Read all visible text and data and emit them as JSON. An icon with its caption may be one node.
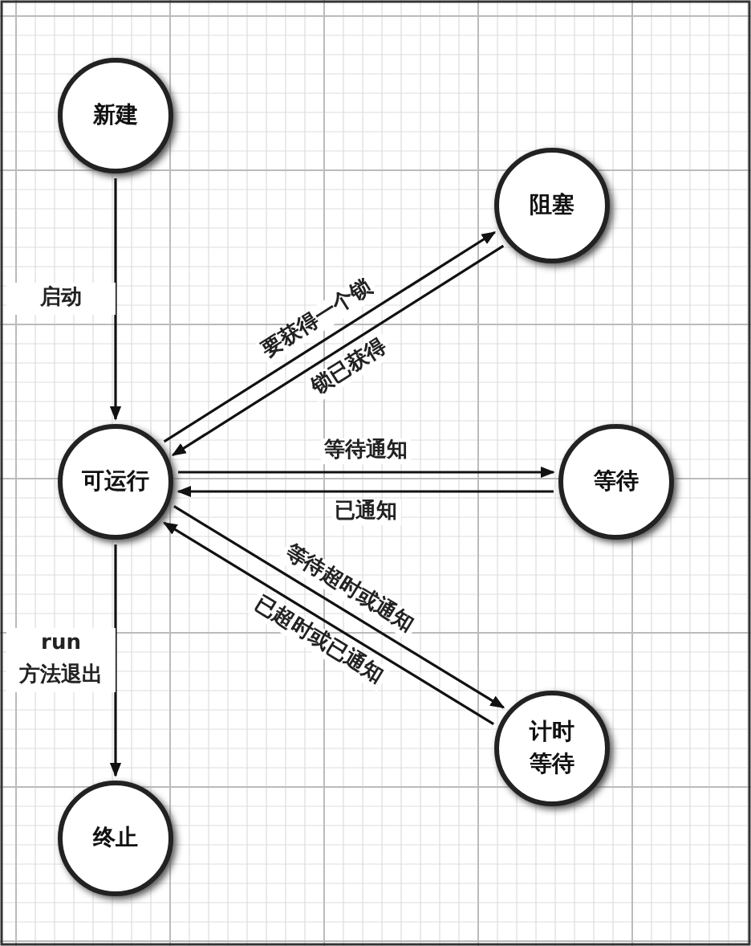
{
  "diagram": {
    "nodes": [
      {
        "text": [
          "新建"
        ]
      },
      {
        "text": [
          "阻塞"
        ]
      },
      {
        "text": [
          "可运行"
        ]
      },
      {
        "text": [
          "等待"
        ]
      },
      {
        "text": [
          "计时等待"
        ]
      },
      {
        "text": [
          "终止"
        ]
      }
    ],
    "edges": [
      {
        "from": 0,
        "to": 2,
        "arrow": "to",
        "label": "启动"
      },
      {
        "from": 2,
        "to": 1,
        "arrow": "to",
        "label": "要获得一个锁"
      },
      {
        "from": 1,
        "to": 2,
        "arrow": "to",
        "label": "锁已获得"
      },
      {
        "from": 2,
        "to": 3,
        "arrow": "to",
        "label": "等待通知"
      },
      {
        "from": 3,
        "to": 2,
        "arrow": "to",
        "label": "已通知"
      },
      {
        "from": 2,
        "to": 4,
        "arrow": "to",
        "label": "等待超时或通知"
      },
      {
        "from": 4,
        "to": 2,
        "arrow": "to",
        "label": "已超时或已通知"
      },
      {
        "from": 2,
        "to": 5,
        "arrow": "to",
        "label": "run 方法退出"
      }
    ]
  }
}
